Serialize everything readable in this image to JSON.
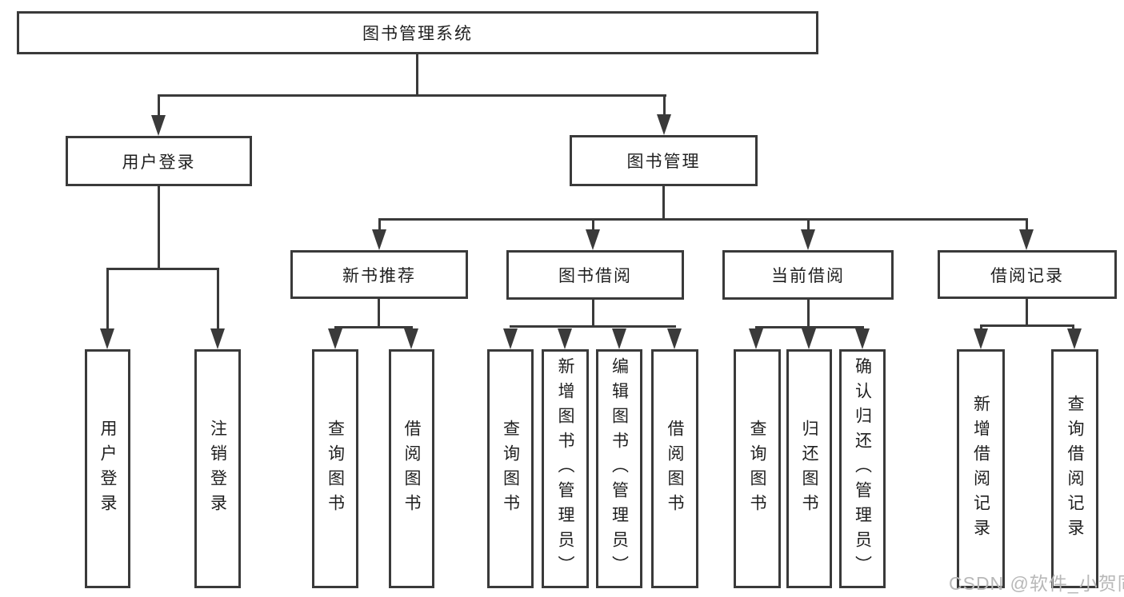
{
  "root": {
    "label": "图书管理系统"
  },
  "level2": {
    "user_login": {
      "label": "用户登录"
    },
    "book_mgmt": {
      "label": "图书管理"
    }
  },
  "level3": {
    "new_books": {
      "label": "新书推荐"
    },
    "borrowing": {
      "label": "图书借阅"
    },
    "current": {
      "label": "当前借阅"
    },
    "records": {
      "label": "借阅记录"
    }
  },
  "leaves": {
    "user_login": {
      "label": "用户登录"
    },
    "logout": {
      "label": "注销登录"
    },
    "newbooks_query": {
      "label": "查询图书"
    },
    "newbooks_borrow": {
      "label": "借阅图书"
    },
    "borrowing_query": {
      "label": "查询图书"
    },
    "borrowing_add": {
      "label": "新增图书（管理员）"
    },
    "borrowing_edit": {
      "label": "编辑图书（管理员）"
    },
    "borrowing_borrow": {
      "label": "借阅图书"
    },
    "current_query": {
      "label": "查询图书"
    },
    "current_return": {
      "label": "归还图书"
    },
    "current_confirm": {
      "label": "确认归还（管理员）"
    },
    "records_add": {
      "label": "新增借阅记录"
    },
    "records_query": {
      "label": "查询借阅记录"
    }
  },
  "watermark": {
    "text": "CSDN @软件_小贺同学"
  },
  "colors": {
    "line": "#3a3a3a",
    "text": "#1f1f1f",
    "watermark": "#b8b8b8",
    "background": "#ffffff"
  }
}
